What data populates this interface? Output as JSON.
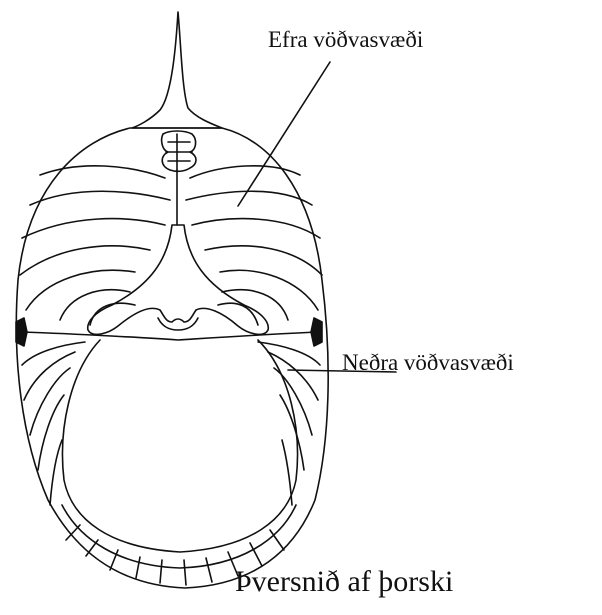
{
  "labels": {
    "upper_muscle_zone": "Efra vöðvasvæði",
    "lower_muscle_zone": "Neðra vöðvasvæði"
  },
  "caption": "Þversnið af þorski",
  "colors": {
    "line": "#111111",
    "background": "#ffffff"
  }
}
